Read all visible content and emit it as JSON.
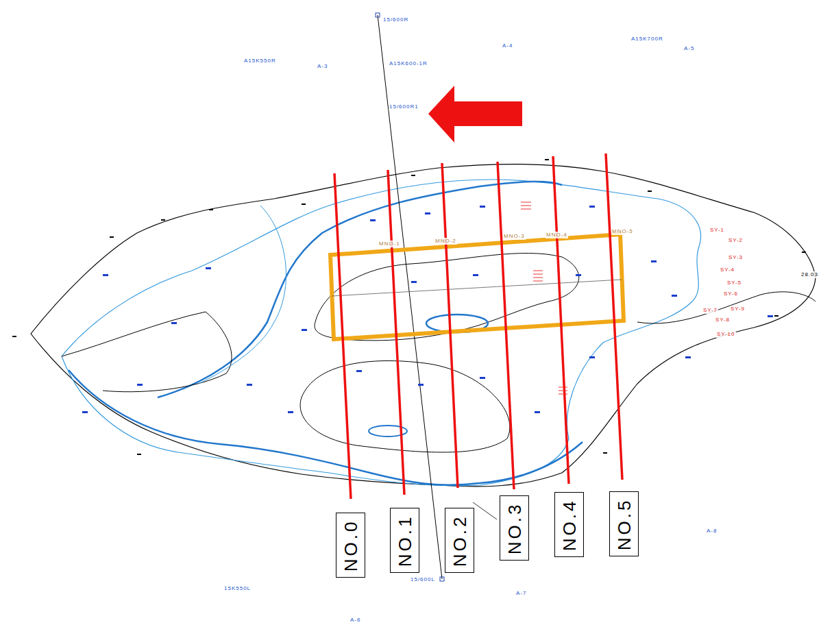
{
  "diagram": {
    "nodes": [
      {
        "text": [
          "NO.0"
        ]
      },
      {
        "text": [
          "NO.1"
        ]
      },
      {
        "text": [
          "NO.2"
        ]
      },
      {
        "text": [
          "NO.3"
        ]
      },
      {
        "text": [
          "NO.4"
        ]
      },
      {
        "text": [
          "NO.5"
        ]
      }
    ],
    "labels": [
      "15/600R",
      "A15K600-1R",
      "15/600R1",
      "A15K550R",
      "A-3",
      "A-4",
      "A15K700R",
      "A-5",
      "MNO-1",
      "MNO-2",
      "MNO-3",
      "MNO-4",
      "MNO-5",
      "SY-1",
      "SY-2",
      "SY-3",
      "SY-4",
      "SY-5",
      "SY-6",
      "SY-7",
      "SY-8",
      "SY-9",
      "SY-10",
      "15/600L",
      "15K550L",
      "A-7",
      "A-8",
      "A-6",
      "28.03"
    ]
  }
}
